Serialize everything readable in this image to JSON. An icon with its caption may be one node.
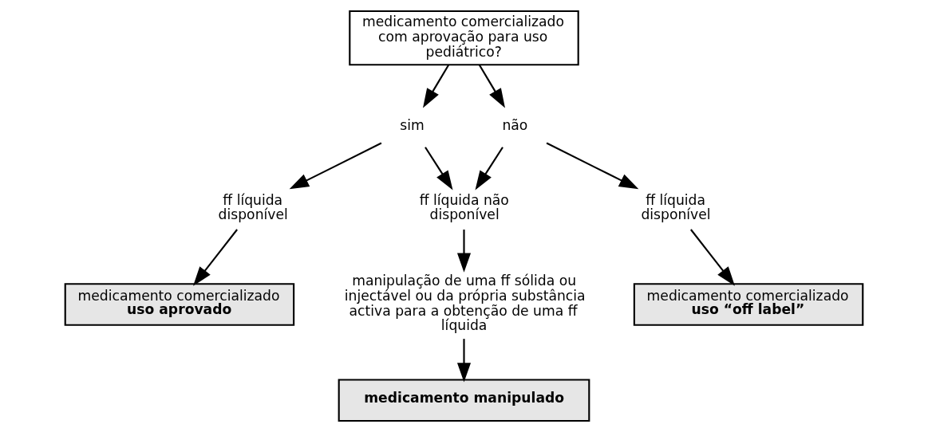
{
  "diagram": {
    "nodes": [
      {
        "text": [
          "medicamento comercializado com aprovação para uso pediátrico?"
        ]
      },
      {
        "text": [
          "sim"
        ]
      },
      {
        "text": [
          "não"
        ]
      },
      {
        "text": [
          "ff líquida disponível"
        ]
      },
      {
        "text": [
          "ff líquida não disponível"
        ]
      },
      {
        "text": [
          "ff líquida disponível"
        ]
      },
      {
        "text": [
          "medicamento comercializado",
          "uso aprovado"
        ]
      },
      {
        "text": [
          "manipulação de uma ff sólida ou injectável ou da própria substância activa para a obtenção de uma ff líquida"
        ]
      },
      {
        "text": [
          "medicamento comercializado",
          "uso “off label”"
        ]
      },
      {
        "text": [
          "medicamento manipulado"
        ]
      }
    ],
    "edges": [
      {
        "from": 0,
        "to": 1,
        "arrow": "to"
      },
      {
        "from": 0,
        "to": 2,
        "arrow": "to"
      },
      {
        "from": 1,
        "to": 3,
        "arrow": "to"
      },
      {
        "from": 1,
        "to": 4,
        "arrow": "to"
      },
      {
        "from": 2,
        "to": 4,
        "arrow": "to"
      },
      {
        "from": 2,
        "to": 5,
        "arrow": "to"
      },
      {
        "from": 3,
        "to": 6,
        "arrow": "to"
      },
      {
        "from": 4,
        "to": 7,
        "arrow": "to"
      },
      {
        "from": 5,
        "to": 8,
        "arrow": "to"
      },
      {
        "from": 7,
        "to": 9,
        "arrow": "to"
      }
    ]
  }
}
